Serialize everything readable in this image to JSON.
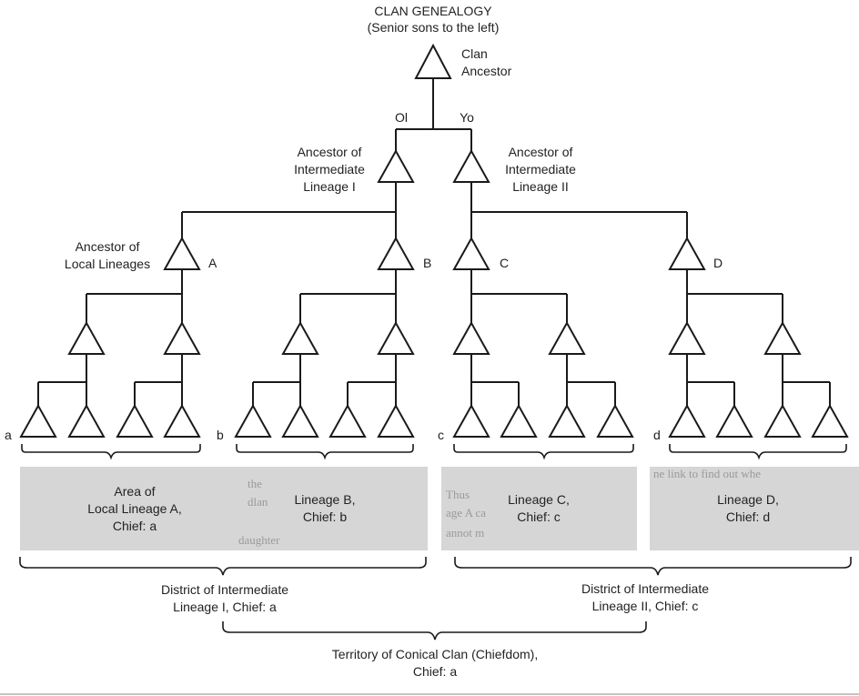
{
  "title": "CLAN GENEALOGY",
  "subtitle": "(Senior sons to the left)",
  "clan_ancestor": [
    "Clan",
    "Ancestor"
  ],
  "branch_labels": {
    "elder": "Ol",
    "younger": "Yo"
  },
  "intermediate_ancestor_1": [
    "Ancestor of",
    "Intermediate",
    "Lineage I"
  ],
  "intermediate_ancestor_2": [
    "Ancestor of",
    "Intermediate",
    "Lineage II"
  ],
  "local_ancestor_label": [
    "Ancestor of",
    "Local Lineages"
  ],
  "local_letters": [
    "A",
    "B",
    "C",
    "D"
  ],
  "chief_letters": [
    "a",
    "b",
    "c",
    "d"
  ],
  "areas": [
    [
      "Area of",
      "Local Lineage A,",
      "Chief: a"
    ],
    [
      "Lineage B,",
      "Chief: b"
    ],
    [
      "Lineage C,",
      "Chief: c"
    ],
    [
      "Lineage D,",
      "Chief: d"
    ]
  ],
  "district_1": [
    "District of Intermediate",
    "Lineage I, Chief: a"
  ],
  "district_2": [
    "District of Intermediate",
    "Lineage II, Chief: c"
  ],
  "territory": [
    "Territory of Conical Clan (Chiefdom),",
    "Chief: a"
  ],
  "background_text": {
    "block2": [
      "the",
      "dlan",
      "daughter"
    ],
    "block3": [
      "Thus",
      "age A ca",
      "annot m"
    ],
    "block4": [
      "ne link to find out whe"
    ]
  },
  "colors": {
    "line": "#1a1a1a",
    "shade": "#d6d6d6"
  }
}
